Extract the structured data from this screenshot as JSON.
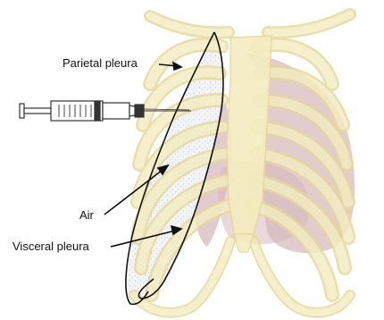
{
  "labels": {
    "parietal_pleura": "Parietal pleura",
    "air": "Air",
    "visceral_pleura": "Visceral pleura"
  },
  "colors": {
    "bone_fill": "#f4ecc0",
    "bone_edge": "#e6d79c",
    "lung": "#dcc3c6",
    "lung_dark": "#c9a6ab",
    "air_speckle": "#dfe3ea",
    "line": "#111111",
    "syringe": "#333333"
  }
}
